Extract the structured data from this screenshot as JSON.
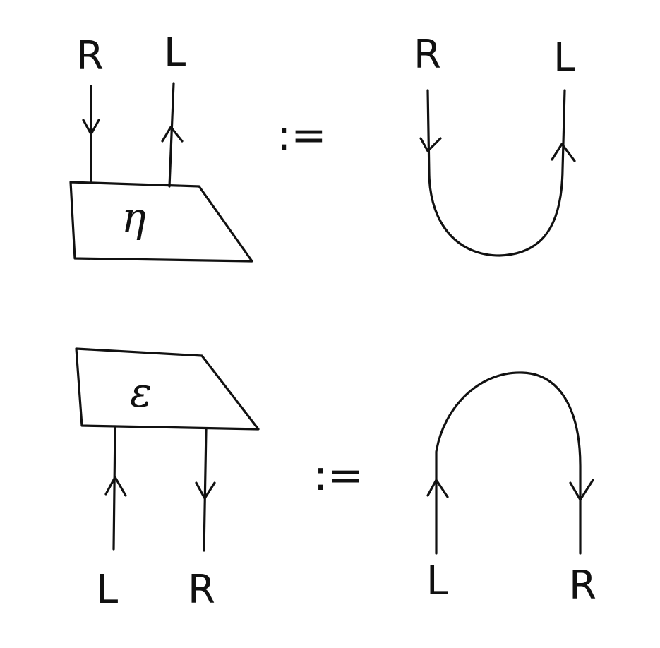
{
  "diagrams": {
    "unit": {
      "box_symbol": "η",
      "top_left_label": "R",
      "top_right_label": "L",
      "definition_symbol": ":=",
      "cup_left_label": "R",
      "cup_right_label": "L"
    },
    "counit": {
      "box_symbol": "ε",
      "bottom_left_label": "L",
      "bottom_right_label": "R",
      "definition_symbol": ":=",
      "cap_left_label": "L",
      "cap_right_label": "R"
    }
  },
  "colors": {
    "ink": "#111111",
    "background": "#ffffff"
  }
}
